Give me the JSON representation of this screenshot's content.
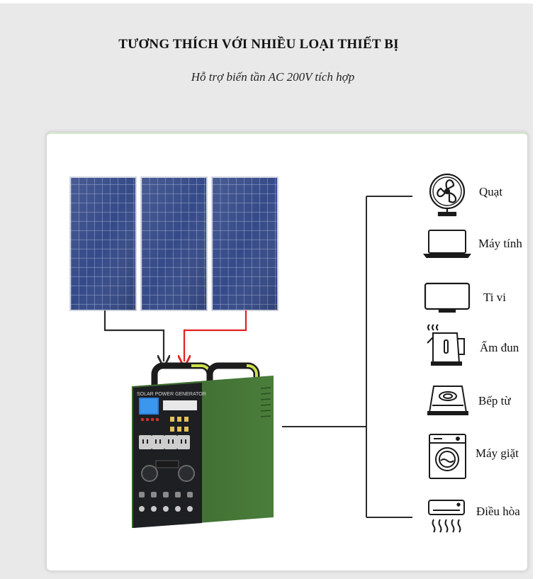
{
  "title": "TƯƠNG THÍCH VỚI NHIỀU LOẠI THIẾT BỊ",
  "subtitle": "Hỗ trợ biến tần AC 200V tích hợp",
  "generator": {
    "panel_text": "SOLAR POWER GENERATOR",
    "colors": {
      "body": "#3f6e32",
      "panel": "#1d1f22",
      "handle": "#cde04a"
    }
  },
  "devices": [
    {
      "label": "Quạt",
      "icon": "fan-icon"
    },
    {
      "label": "Máy tính",
      "icon": "laptop-icon"
    },
    {
      "label": "Ti vi",
      "icon": "tv-icon"
    },
    {
      "label": "Ấm đun",
      "icon": "kettle-icon"
    },
    {
      "label": "Bếp từ",
      "icon": "induction-cooker-icon"
    },
    {
      "label": "Máy giặt",
      "icon": "washing-machine-icon"
    },
    {
      "label": "Điều hòa",
      "icon": "air-conditioner-icon"
    }
  ],
  "colors": {
    "negative_wire": "#2b2b2b",
    "positive_wire": "#e02020",
    "panel": "#3b4f86"
  }
}
